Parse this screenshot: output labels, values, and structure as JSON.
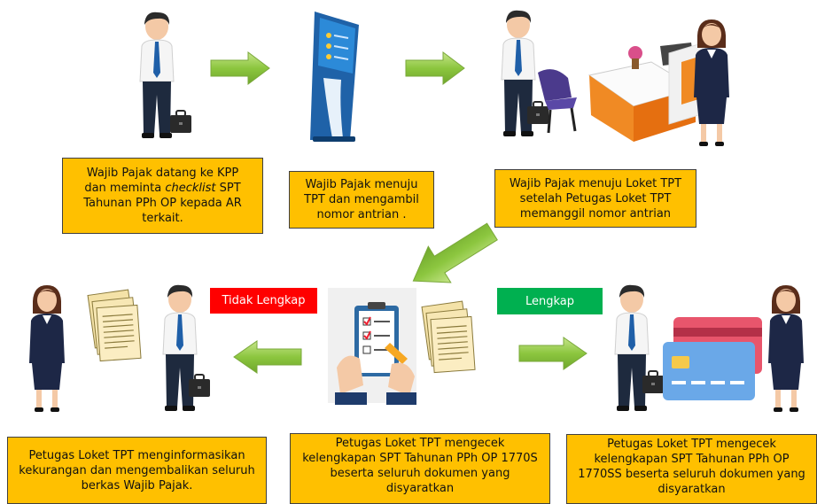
{
  "steps": {
    "step1": "Wajib Pajak datang ke KPP dan meminta checklist SPT Tahunan PPh OP kepada AR terkait.",
    "step1_parts": {
      "a": "Wajib Pajak datang ke KPP",
      "b": "dan meminta ",
      "b_italic": "checklist",
      "b2": " SPT",
      "c": "Tahunan PPh OP kepada AR",
      "d": "terkait."
    },
    "step2": {
      "l1": "Wajib Pajak menuju",
      "l2": "TPT dan mengambil",
      "l3": "nomor antrian ."
    },
    "step3": {
      "l1": "Wajib Pajak menuju Loket TPT",
      "l2": "setelah Petugas Loket TPT",
      "l3": "memanggil nomor antrian"
    },
    "left": {
      "l1": "Petugas Loket TPT menginformasikan",
      "l2": "kekurangan dan mengembalikan seluruh",
      "l3": "berkas Wajib Pajak."
    },
    "center": {
      "l1": "Petugas Loket TPT mengecek",
      "l2": "kelengkapan SPT Tahunan PPh OP 1770S",
      "l3": "beserta seluruh dokumen yang",
      "l4": "disyaratkan"
    },
    "right": {
      "l1": "Petugas Loket TPT mengecek",
      "l2": "kelengkapan SPT Tahunan PPh OP",
      "l3": "1770SS beserta seluruh dokumen yang",
      "l4": "disyaratkan"
    }
  },
  "labels": {
    "incomplete": "Tidak Lengkap",
    "complete": "Lengkap"
  },
  "colors": {
    "box": "#ffc000",
    "incomplete": "#ff0000",
    "complete": "#00b050",
    "arrow": "#8cc63f"
  }
}
